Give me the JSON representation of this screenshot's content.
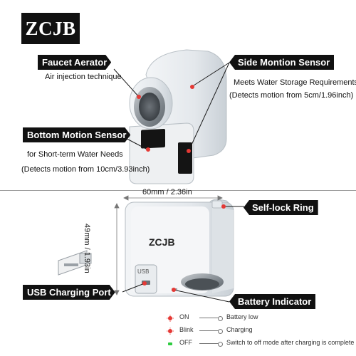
{
  "brand": "ZCJB",
  "labels": {
    "faucet_aerator": "Faucet Aerator",
    "air_injection": "Air injection technique",
    "side_sensor": "Side Montion Sensor",
    "side_desc_1": "Meets Water Storage Requirements",
    "side_desc_2": "(Detects motion from 5cm/1.96inch)",
    "bottom_sensor": "Bottom Motion Sensor",
    "bottom_desc_1": "for Short-term Water Needs",
    "bottom_desc_2": "(Detects motion from 10cm/3.93inch)",
    "self_lock": "Self-lock Ring",
    "usb_port": "USB Charging Port",
    "battery_indicator": "Battery Indicator"
  },
  "dimensions": {
    "width": "60mm / 2.36in",
    "height": "49mm / 1.93in"
  },
  "device": {
    "logo": "ZCJB",
    "usb_text": "USB"
  },
  "legend": [
    {
      "led": "red-icon",
      "color": "#e53935",
      "state": "ON",
      "desc": "Battery low"
    },
    {
      "led": "red-blink-icon",
      "color": "#e53935",
      "state": "Blink",
      "desc": "Charging"
    },
    {
      "led": "green-icon",
      "color": "#2ecc40",
      "state": "OFF",
      "desc": "Switch to off mode after charging is complete"
    }
  ]
}
